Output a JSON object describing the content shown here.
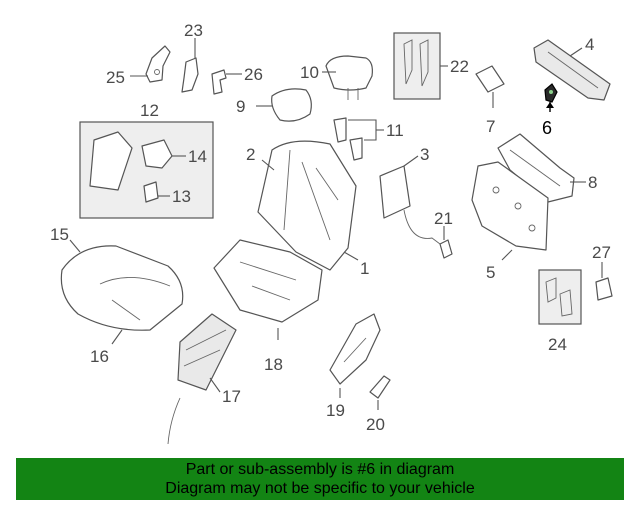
{
  "diagram": {
    "highlight_color": "#000000",
    "part_color": "#555555",
    "callouts": {
      "c1": "1",
      "c2": "2",
      "c3": "3",
      "c4": "4",
      "c5": "5",
      "c6": "6",
      "c7": "7",
      "c8": "8",
      "c9": "9",
      "c10": "10",
      "c11": "11",
      "c12": "12",
      "c13": "13",
      "c14": "14",
      "c15": "15",
      "c16": "16",
      "c17": "17",
      "c18": "18",
      "c19": "19",
      "c20": "20",
      "c21": "21",
      "c22": "22",
      "c23": "23",
      "c24": "24",
      "c25": "25",
      "c26": "26",
      "c27": "27"
    }
  },
  "footer": {
    "background": "#138414",
    "line1": "Part or sub-assembly is #6 in diagram",
    "line2": "Diagram may not be specific to your vehicle"
  }
}
